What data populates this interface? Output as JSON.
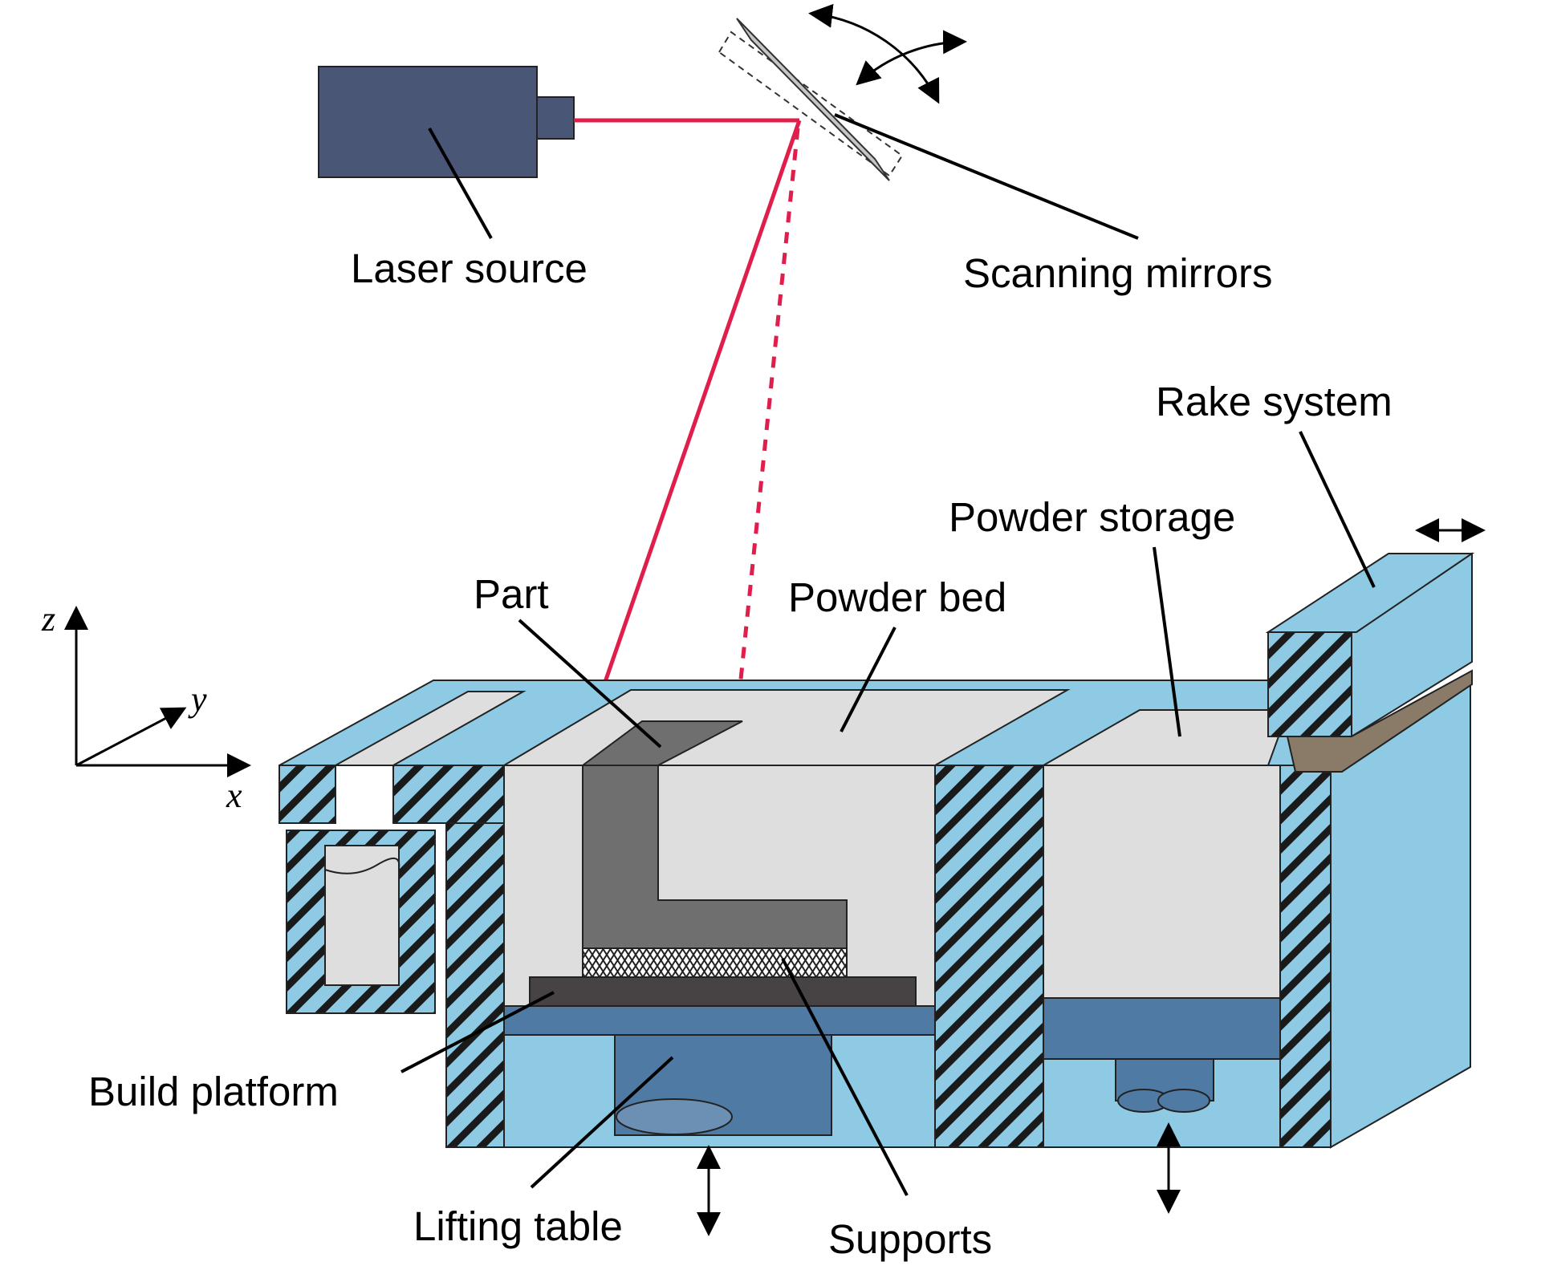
{
  "labels": {
    "laser_source": "Laser source",
    "scanning_mirrors": "Scanning mirrors",
    "rake_system": "Rake system",
    "powder_storage": "Powder storage",
    "powder_bed": "Powder bed",
    "part": "Part",
    "build_platform": "Build platform",
    "lifting_table": "Lifting table",
    "supports": "Supports"
  },
  "axes": {
    "x": "x",
    "y": "y",
    "z": "z"
  },
  "colors": {
    "wall_blue": "#8ecae3",
    "laser_body": "#4a5676",
    "laser_beam": "#e01e4c",
    "powder": "#dedede",
    "part": "#6f6f6f",
    "platform": "#4f7aa3",
    "plate": "#474244",
    "mirror": "#c6c6c6",
    "rake_blade": "#8a7a68"
  }
}
